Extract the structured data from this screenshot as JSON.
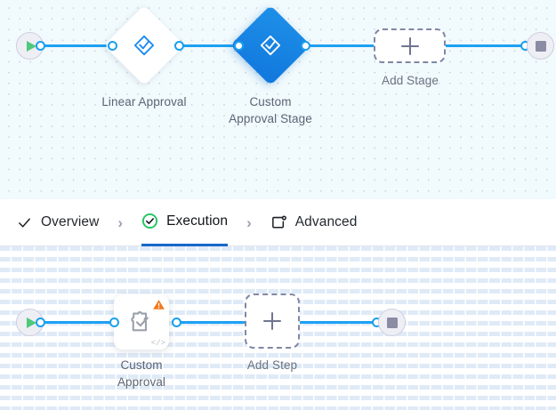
{
  "stage_canvas": {
    "start_node": {
      "name": "Start",
      "icon": "play-icon"
    },
    "end_node": {
      "name": "End",
      "icon": "stop-icon"
    },
    "nodes": [
      {
        "label": "Linear Approval",
        "icon": "approval-stage-icon",
        "selected": false
      },
      {
        "label": "Custom\nApproval Stage",
        "icon": "approval-stage-icon",
        "selected": true
      }
    ],
    "add_stage": {
      "label": "Add Stage",
      "icon": "plus-icon"
    }
  },
  "tabbar": {
    "tabs": [
      {
        "label": "Overview",
        "icon": "check-icon",
        "active": false
      },
      {
        "label": "Execution",
        "icon": "check-circle-icon",
        "active": true
      },
      {
        "label": "Advanced",
        "icon": "window-gear-icon",
        "active": false
      }
    ],
    "separator": "›",
    "active_underline_color": "#1768c9",
    "check_circle_color": "#22c55e"
  },
  "step_canvas": {
    "start_node": {
      "name": "Start",
      "icon": "play-icon"
    },
    "end_node": {
      "name": "End",
      "icon": "stop-icon"
    },
    "nodes": [
      {
        "label": "Custom\nApproval",
        "icon": "puzzle-check-icon",
        "warning": true,
        "warning_icon": "warning-triangle-icon",
        "code_badge": "</>"
      }
    ],
    "add_step": {
      "label": "Add Step",
      "icon": "plus-icon"
    }
  },
  "colors": {
    "edge": "#1da1f2",
    "selected_node": "#1484e6",
    "warning": "#f2781e",
    "start": "#4fc97a",
    "stop": "#8b8ba3"
  }
}
